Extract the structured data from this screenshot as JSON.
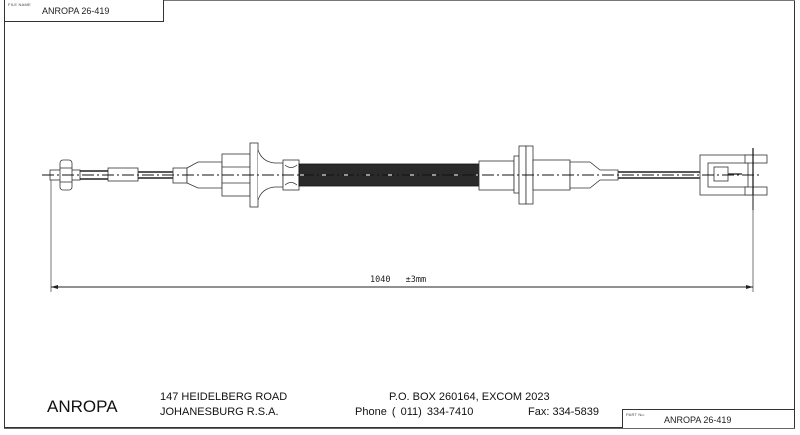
{
  "title_block": {
    "file_name_label": "FILE NAME",
    "file_name": "ANROPA 26-419",
    "part_no_label": "PART No.",
    "part_no": "ANROPA 26-419"
  },
  "company": {
    "name": "ANROPA",
    "address_line1": "147 HEIDELBERG ROAD",
    "address_line2": "JOHANESBURG R.S.A.",
    "po_box": "P.O. BOX 260164, EXCOM 2023",
    "phone": "Phone  ( 011)  334-7410",
    "fax": "Fax: 334-5839"
  },
  "dimension": {
    "length": "1040",
    "tolerance": "±3mm"
  },
  "drawing": {
    "subject": "clutch-cable",
    "line_color": "#333333",
    "conduit_color": "#222222"
  }
}
